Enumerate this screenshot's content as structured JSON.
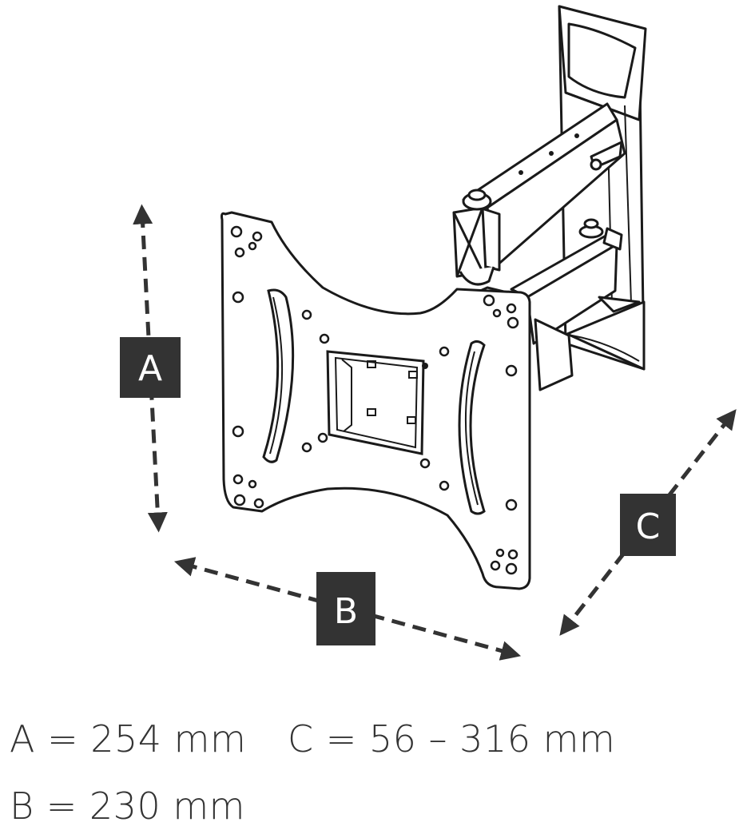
{
  "labels": {
    "a": "A",
    "b": "B",
    "c": "C"
  },
  "dimensions": {
    "a": "A = 254 mm",
    "b": "B = 230 mm",
    "c": "C = 56 – 316 mm"
  },
  "colors": {
    "line": "#1a1a1a",
    "label_fill": "#333333",
    "text": "#333333"
  }
}
